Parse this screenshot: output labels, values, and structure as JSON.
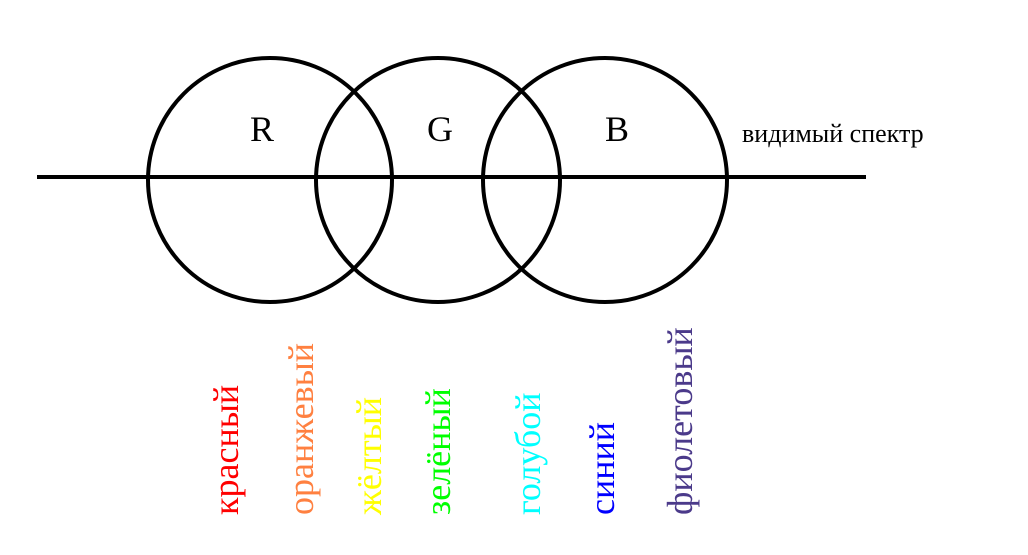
{
  "diagram": {
    "channels": [
      "R",
      "G",
      "B"
    ],
    "axis_caption": "видимый спектр",
    "colors": [
      {
        "label": "красный",
        "color": "#ff0000"
      },
      {
        "label": "оранжевый",
        "color": "#ff8040"
      },
      {
        "label": "жёлтый",
        "color": "#ffff00"
      },
      {
        "label": "зелёный",
        "color": "#00ff00"
      },
      {
        "label": "голубой",
        "color": "#00ffff"
      },
      {
        "label": "синий",
        "color": "#0000ff"
      },
      {
        "label": "фиолетовый",
        "color": "#4b3a8a"
      }
    ]
  }
}
